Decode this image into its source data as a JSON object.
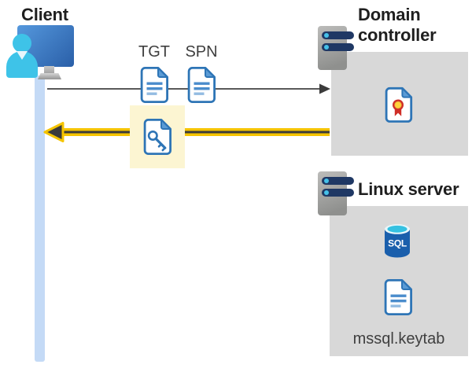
{
  "diagram": {
    "client": {
      "title": "Client"
    },
    "tickets": {
      "tgt_label": "TGT",
      "spn_label": "SPN"
    },
    "domain_controller": {
      "title": "Domain controller"
    },
    "linux_server": {
      "title": "Linux server",
      "keytab_label": "mssql.keytab"
    },
    "sql": {
      "label": "SQL"
    },
    "flows": [
      {
        "from": "client",
        "to": "domain-controller",
        "carries": [
          "TGT",
          "SPN"
        ],
        "style": "thin-gray-arrow"
      },
      {
        "from": "domain-controller",
        "to": "client",
        "carries": [
          "session-key-document"
        ],
        "style": "bold-yellow-highlighted-arrow"
      }
    ]
  },
  "icons": {
    "client": "user-at-monitor-icon",
    "domain_controller": "server-icon",
    "linux_server": "server-icon",
    "tgt": "document-icon",
    "spn": "document-icon",
    "session_key": "key-document-icon",
    "certificate": "certificate-document-icon",
    "sql_database": "sql-database-cylinder-icon",
    "keytab": "document-icon"
  },
  "colors": {
    "arrow_gray": "#595959",
    "arrow_core_dark": "#3b3b3b",
    "accent_yellow": "#f5c400",
    "highlight_yellow": "#fcf5d2",
    "doc_blue": "#2e75b6",
    "doc_fold_blue": "#5b9bd5",
    "doc_line_blue": "#4a8ccc",
    "doc_line_light": "#93bce2",
    "box_gray": "#d8d8d8",
    "server_navy": "#1f3864",
    "server_dot_cyan": "#45c1e9",
    "person_cyan": "#3ec3e8",
    "monitor_blue_light": "#5598dd",
    "monitor_blue_dark": "#2a5fa8",
    "timeline_blue": "#c4daf6",
    "cert_red": "#cf2e27",
    "cert_yellow": "#ffd23b",
    "sql_blue": "#1a5fac",
    "sql_cyan": "#35c1e1",
    "text_dark": "#1f1f1f",
    "label_gray": "#3f3f3f"
  }
}
